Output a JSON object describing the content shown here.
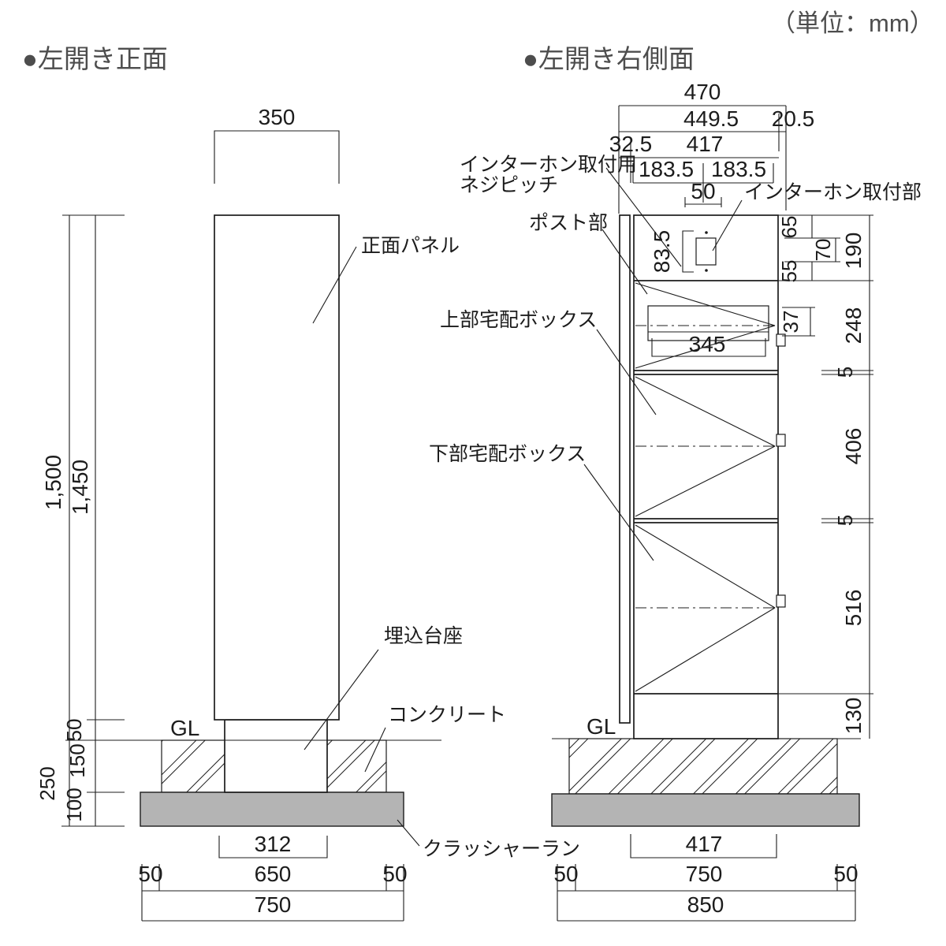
{
  "unit_note": "（単位：mm）",
  "front_view": {
    "title": "●左開き正面",
    "gl": "GL",
    "labels": {
      "front_panel": "正面パネル",
      "embedded_base": "埋込台座",
      "concrete": "コンクリート",
      "crusher_run": "クラッシャーラン"
    },
    "dims": {
      "top_width": "350",
      "total_height": "1,500",
      "panel_height": "1,450",
      "above_gl": "50",
      "concrete_t": "150",
      "crusher_t": "100",
      "underground_total": "250",
      "base_width": "312",
      "left_50": "50",
      "footing_650": "650",
      "right_50": "50",
      "total_750": "750"
    }
  },
  "side_view": {
    "title": "●左開き右側面",
    "gl": "GL",
    "labels": {
      "interphone_screw_1": "インターホン取付用",
      "interphone_screw_2": "ネジピッチ",
      "post_section": "ポスト部",
      "interphone_mount": "インターホン取付部",
      "upper_box": "上部宅配ボックス",
      "lower_box": "下部宅配ボックス"
    },
    "dims": {
      "total_470": "470",
      "d449_5": "449.5",
      "d20_5": "20.5",
      "d32_5": "32.5",
      "d417_top": "417",
      "d183_5_l": "183.5",
      "d183_5_r": "183.5",
      "d50_pitch": "50",
      "d83_5": "83.5",
      "d65": "65",
      "d70": "70",
      "d55": "55",
      "d190": "190",
      "d37": "37",
      "d345": "345",
      "d248": "248",
      "d5_a": "5",
      "d406": "406",
      "d5_b": "5",
      "d516": "516",
      "d130": "130",
      "base_width": "417",
      "left_50": "50",
      "footing_750": "750",
      "right_50": "50",
      "total_850": "850"
    }
  }
}
